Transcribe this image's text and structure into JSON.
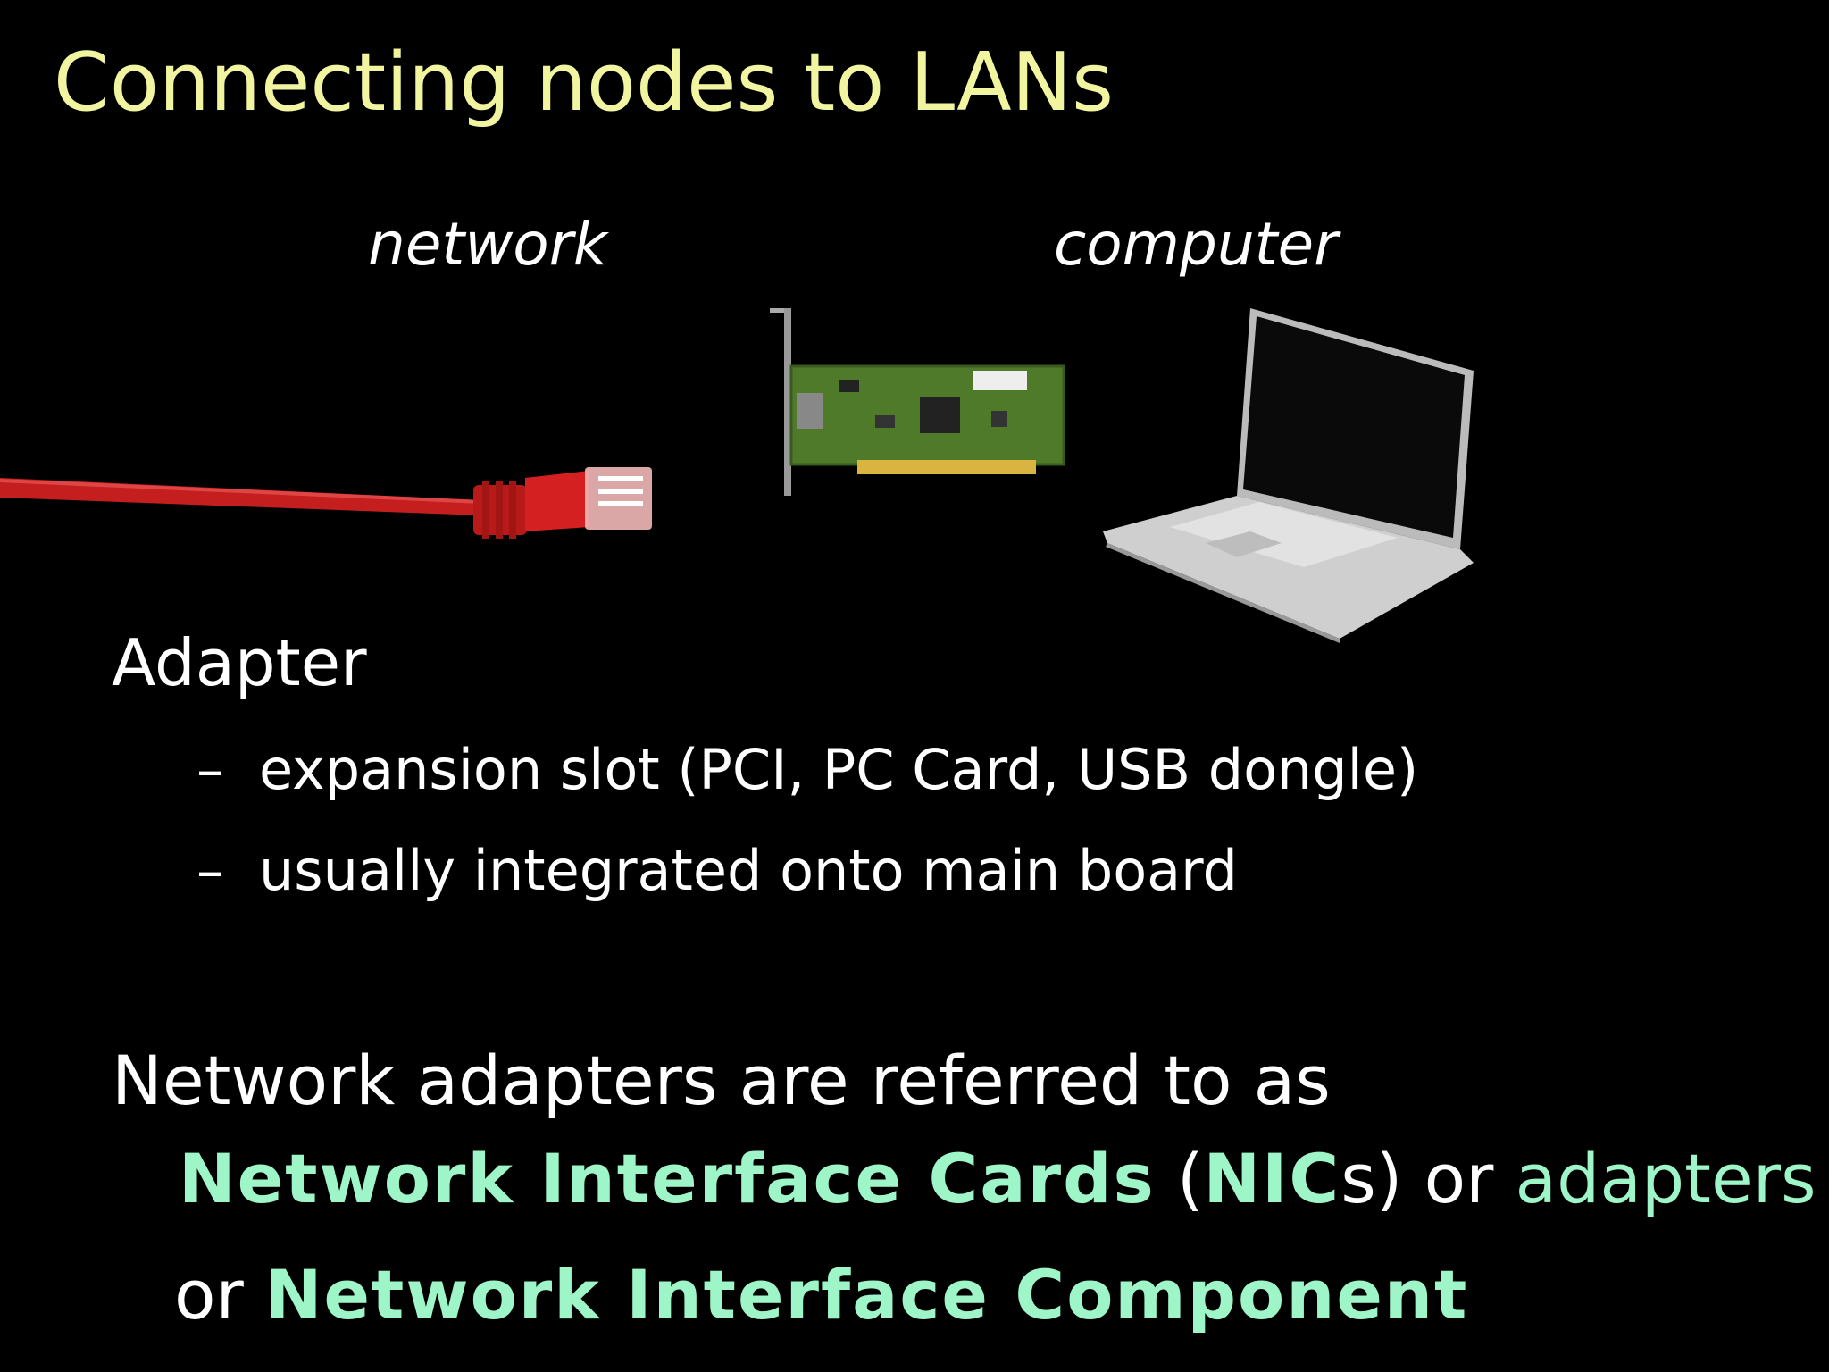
{
  "slide": {
    "title": "Connecting nodes to LANs",
    "label_network": "network",
    "label_computer": "computer",
    "heading": "Adapter",
    "bullets": [
      {
        "dash": "–",
        "text": "expansion slot (PCI, PC Card, USB dongle)"
      },
      {
        "dash": "–",
        "text": "usually integrated onto main board"
      }
    ],
    "para_line1": "Network adapters are referred to as",
    "para_line2": {
      "term1": "Network Interface Cards",
      "open_paren": " (",
      "abbr": "NIC",
      "abbr_suffix": "s) or ",
      "term2": "adapters"
    },
    "para_line3": {
      "prefix": "or ",
      "term3": "Network Interface Component"
    }
  },
  "colors": {
    "title": "#f2f5a0",
    "highlight": "#9ef5c8",
    "background": "#000000",
    "cable": "#c41e1e"
  },
  "images": [
    "ethernet-cable",
    "network-interface-card",
    "laptop"
  ]
}
